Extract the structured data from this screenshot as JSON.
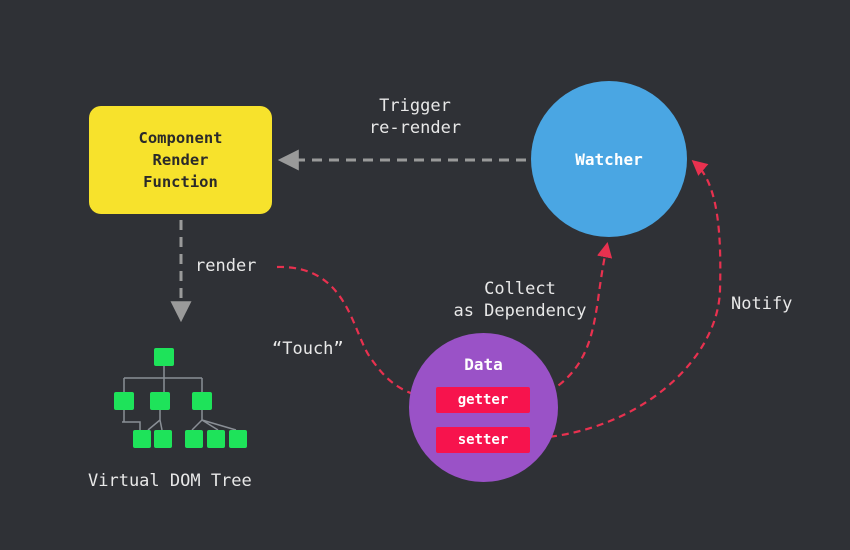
{
  "component": {
    "line1": "Component",
    "line2": "Render",
    "line3": "Function"
  },
  "watcher": {
    "label": "Watcher"
  },
  "data_node": {
    "label": "Data",
    "getter": "getter",
    "setter": "setter"
  },
  "labels": {
    "trigger_line1": "Trigger",
    "trigger_line2": "re-render",
    "render": "render",
    "touch": "“Touch”",
    "collect_line1": "Collect",
    "collect_line2": "as Dependency",
    "notify": "Notify",
    "vdom": "Virtual DOM Tree"
  },
  "colors": {
    "background": "#2f3136",
    "component": "#f7e22c",
    "watcher": "#4aa6e3",
    "data": "#9a52c7",
    "pill": "#f7134d",
    "red_arrow": "#e8314f",
    "gray_arrow": "#9a9a9a",
    "tree_node": "#1ee35a"
  }
}
